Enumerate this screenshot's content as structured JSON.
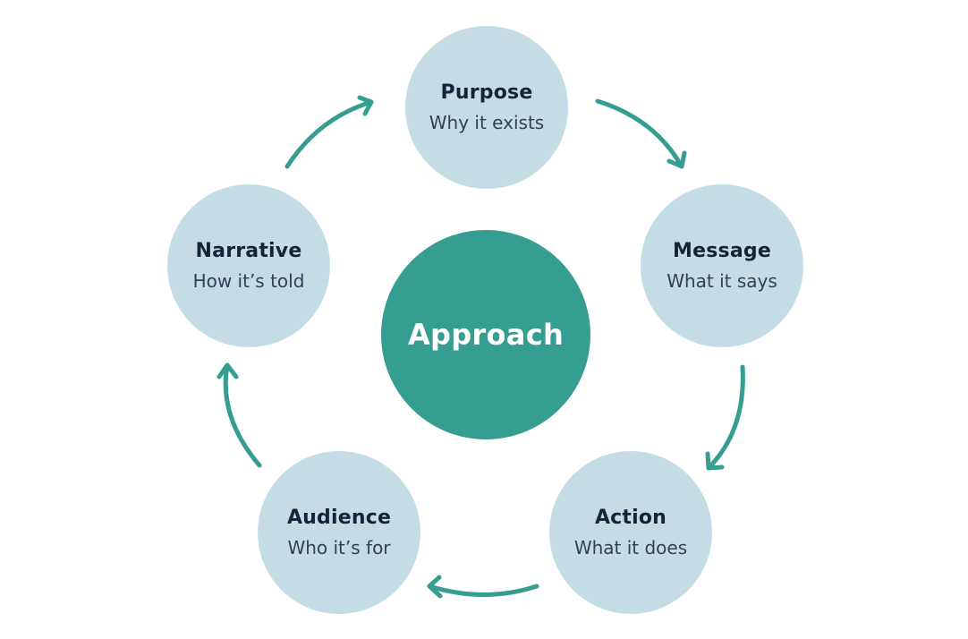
{
  "center": {
    "label": "Approach",
    "color": "#369e90"
  },
  "node_color": "#c4dde5",
  "arrow_color": "#369e90",
  "nodes": [
    {
      "title": "Purpose",
      "subtitle": "Why it exists"
    },
    {
      "title": "Message",
      "subtitle": "What it says"
    },
    {
      "title": "Action",
      "subtitle": "What it does"
    },
    {
      "title": "Audience",
      "subtitle": "Who it’s for"
    },
    {
      "title": "Narrative",
      "subtitle": "How it’s told"
    }
  ]
}
